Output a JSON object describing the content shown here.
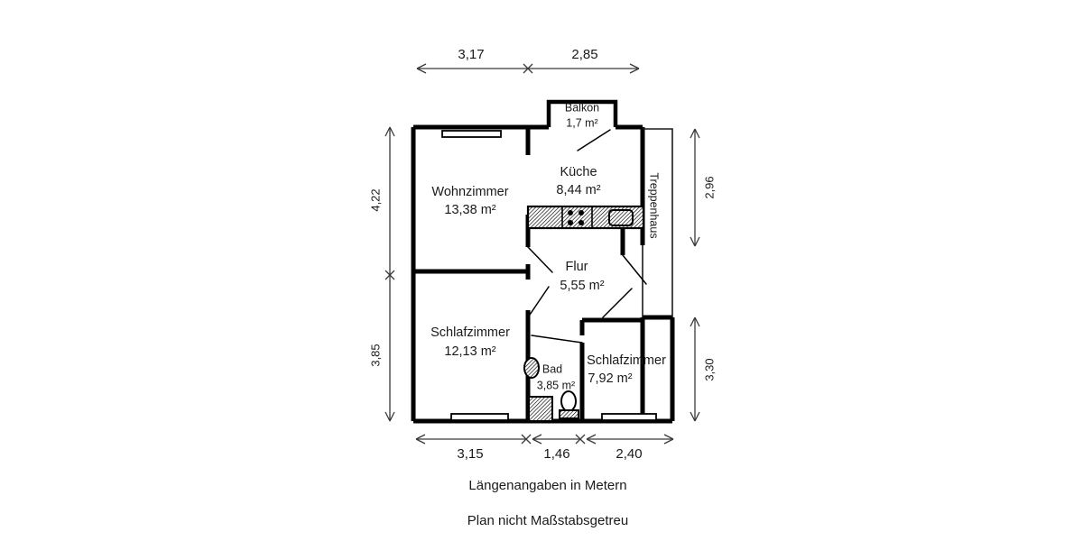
{
  "plan": {
    "title_notes": [
      "Längenangaben in Metern",
      "Plan nicht Maßstabsgetreu"
    ],
    "note_1": "Längenangaben in Metern",
    "note_2": "Plan nicht Maßstabsgetreu",
    "unit_suffix": "m²",
    "line_color": "#000000",
    "background": "#ffffff",
    "text_color": "#1a1a1a"
  },
  "rooms": [
    {
      "id": "wohnzimmer",
      "name": "Wohnzimmer",
      "area": "13,38 m²"
    },
    {
      "id": "kueche",
      "name": "Küche",
      "area": "8,44 m²"
    },
    {
      "id": "balkon",
      "name": "Balkon",
      "area": "1,7 m²"
    },
    {
      "id": "flur",
      "name": "Flur",
      "area": "5,55 m²"
    },
    {
      "id": "schlafzimmer_gross",
      "name": "Schlafzimmer",
      "area": "12,13 m²"
    },
    {
      "id": "schlafzimmer_klein",
      "name": "Schlafzimmer",
      "area": "7,92 m²"
    },
    {
      "id": "bad",
      "name": "Bad",
      "area": "3,85 m²"
    },
    {
      "id": "treppenhaus",
      "name": "Treppenhaus",
      "area": ""
    }
  ],
  "dimensions": {
    "top": [
      {
        "label": "3,17"
      },
      {
        "label": "2,85"
      }
    ],
    "left": [
      {
        "label": "4,22"
      },
      {
        "label": "3,85"
      }
    ],
    "right": [
      {
        "label": "2,96"
      },
      {
        "label": "3,30"
      }
    ],
    "bottom": [
      {
        "label": "3,15"
      },
      {
        "label": "1,46"
      },
      {
        "label": "2,40"
      }
    ]
  },
  "fixtures": [
    {
      "id": "stove",
      "name": "stove-four-burner"
    },
    {
      "id": "sink",
      "name": "kitchen-sink"
    },
    {
      "id": "counter",
      "name": "kitchen-counter"
    },
    {
      "id": "washbasin",
      "name": "washbasin"
    },
    {
      "id": "shower",
      "name": "shower-tray"
    },
    {
      "id": "toilet",
      "name": "toilet"
    }
  ]
}
